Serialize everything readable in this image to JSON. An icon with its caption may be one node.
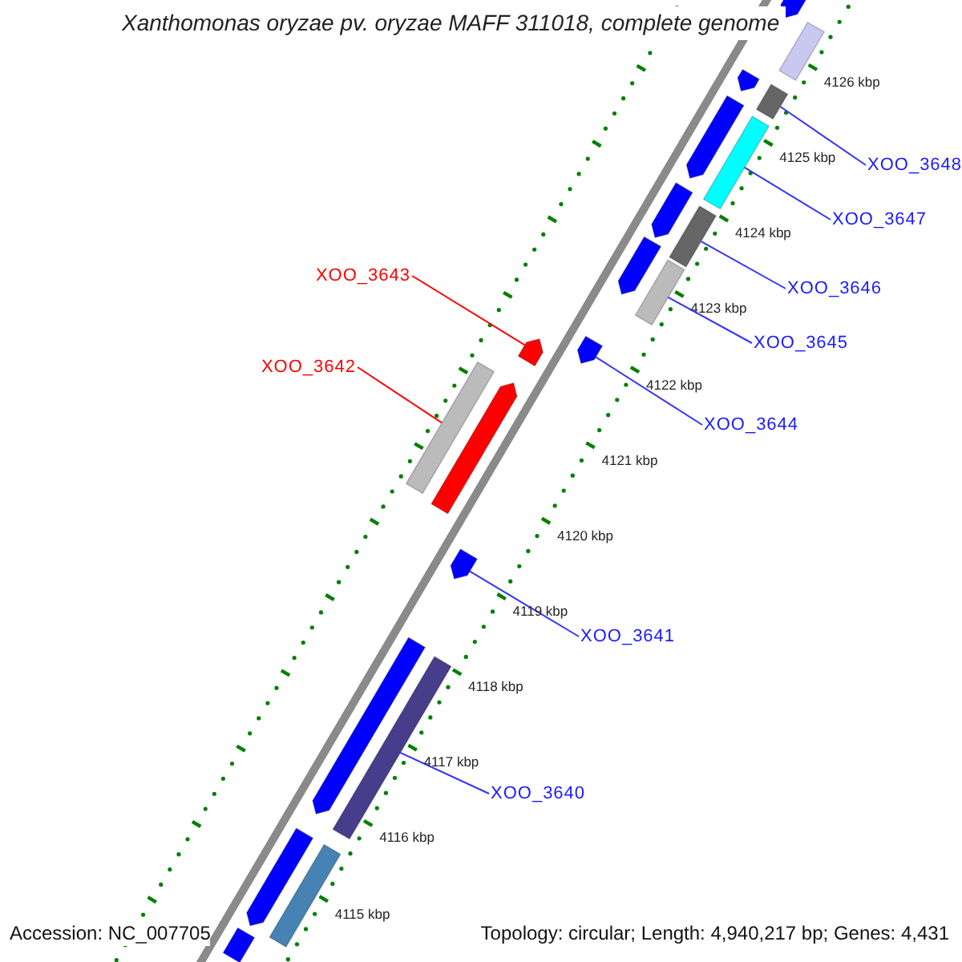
{
  "diagram": {
    "title": "Xanthomonas oryzae pv. oryzae MAFF 311018, complete genome",
    "nodes": [
      {
        "text": [
          "XOO_3648"
        ]
      },
      {
        "text": [
          "XOO_3647"
        ]
      },
      {
        "text": [
          "XOO_3646"
        ]
      },
      {
        "text": [
          "XOO_3643"
        ]
      },
      {
        "text": [
          "XOO_3645"
        ]
      },
      {
        "text": [
          "XOO_3642"
        ]
      },
      {
        "text": [
          "XOO_3644"
        ]
      },
      {
        "text": [
          "XOO_3641"
        ]
      },
      {
        "text": [
          "XOO_3640"
        ]
      },
      {
        "text": [],
        "shape": "bar"
      },
      {
        "text": [],
        "shape": "bar"
      },
      {
        "text": [],
        "shape": "bar"
      },
      {
        "text": [],
        "shape": "bar"
      },
      {
        "text": [],
        "shape": "bar"
      },
      {
        "text": [],
        "shape": "bar"
      },
      {
        "text": [],
        "shape": "bar"
      },
      {
        "text": [],
        "shape": "bar"
      },
      {
        "text": [],
        "shape": "bar"
      },
      {
        "text": [],
        "shape": "bar"
      },
      {
        "text": [],
        "shape": "bar"
      },
      {
        "text": [],
        "shape": "bar"
      },
      {
        "text": [],
        "shape": "bar"
      },
      {
        "text": [],
        "shape": "bar"
      },
      {
        "text": [],
        "shape": "bar"
      },
      {
        "text": [],
        "shape": "bar"
      },
      {
        "text": [],
        "shape": "bar"
      },
      {
        "text": [],
        "shape": "bar"
      },
      {
        "text": [],
        "shape": "bar"
      },
      {
        "text": [],
        "shape": "bar"
      }
    ],
    "edges": [
      {
        "from": 0,
        "to": 11,
        "arrow": "none"
      },
      {
        "from": 1,
        "to": 14,
        "arrow": "none"
      },
      {
        "from": 2,
        "to": 16,
        "arrow": "none"
      },
      {
        "from": 3,
        "to": 20,
        "arrow": "none",
        "color": "#ff0000"
      },
      {
        "from": 4,
        "to": 18,
        "arrow": "none"
      },
      {
        "from": 5,
        "to": 21,
        "arrow": "none",
        "color": "#ff0000"
      },
      {
        "from": 6,
        "to": 19,
        "arrow": "none"
      },
      {
        "from": 7,
        "to": 23,
        "arrow": "none"
      },
      {
        "from": 8,
        "to": 25,
        "arrow": "none"
      }
    ],
    "labels": [
      "4126 kbp",
      "4125 kbp",
      "4124 kbp",
      "4123 kbp",
      "4122 kbp",
      "4121 kbp",
      "4120 kbp",
      "4119 kbp",
      "4118 kbp",
      "4117 kbp",
      "4116 kbp",
      "4115 kbp",
      "Accession: NC_007705",
      "Topology: circular; Length: 4,940,217 bp; Genes: 4,431"
    ]
  }
}
